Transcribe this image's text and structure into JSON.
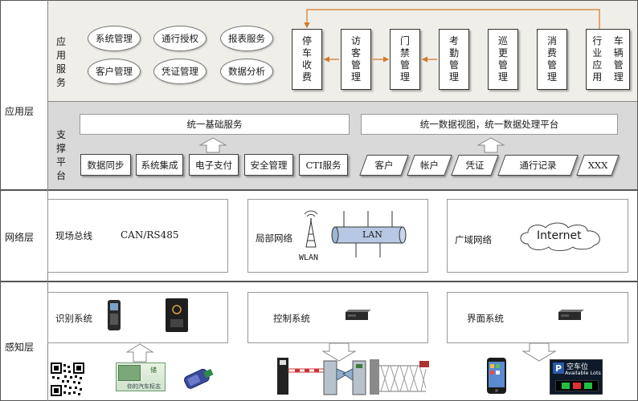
{
  "layers": {
    "application": "应用层",
    "network": "网络层",
    "perception": "感知层"
  },
  "app_services": {
    "label": "应用服务",
    "ellipses": [
      "系统管理",
      "通行授权",
      "报表服务",
      "客户管理",
      "凭证管理",
      "数据分析"
    ],
    "modules": [
      "停车收费",
      "访客管理",
      "门禁管理",
      "考勤管理",
      "巡更管理",
      "消费管理",
      "行业应用",
      "车辆管理"
    ]
  },
  "support": {
    "label": "支撑平台",
    "left_title": "统一基础服务",
    "right_title": "统一数据视图，统一数据处理平台",
    "left_items": [
      "数据同步",
      "系统集成",
      "电子支付",
      "安全管理",
      "CTI服务"
    ],
    "right_items": [
      "客户",
      "帐户",
      "凭证",
      "通行记录",
      "XXX"
    ]
  },
  "network": {
    "fieldbus_label": "现场总线",
    "fieldbus_value": "CAN/RS485",
    "local_label": "局部网络",
    "wlan": "WLAN",
    "lan": "LAN",
    "wan_label": "广域网络",
    "internet": "Internet"
  },
  "perception": {
    "recognition": "识别系统",
    "control": "控制系统",
    "interface": "界面系统",
    "card_text": "你的汽车标志",
    "card_tag": "储",
    "parking_sign_title": "空车位",
    "parking_sign_sub": "Available Lots",
    "parking_sign_letter": "P"
  },
  "colors": {
    "app_bg": "#f0eee8",
    "support_bg": "#d9d9d9",
    "arrow": "#d07a2c"
  }
}
